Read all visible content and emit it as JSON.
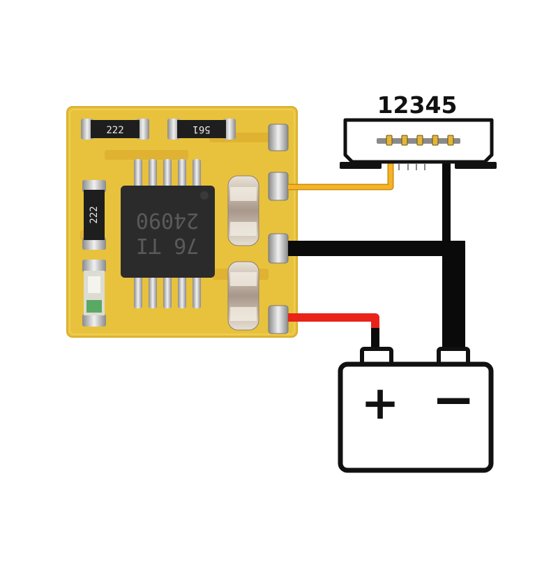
{
  "connector": {
    "pin_numbers": "12345"
  },
  "board": {
    "resistors": [
      {
        "code": "222"
      },
      {
        "code": "561"
      },
      {
        "code": "222"
      }
    ],
    "chip": {
      "marking_line1": "76 TI",
      "marking_line2": "24090"
    }
  },
  "battery": {
    "plus_symbol": "+",
    "minus_symbol": "−"
  },
  "colors": {
    "pcb": "#e8c23c",
    "wire_data": "#f5b325",
    "wire_ground": "#0a0a0a",
    "wire_positive": "#e8231a",
    "chip": "#2b2b2b"
  }
}
